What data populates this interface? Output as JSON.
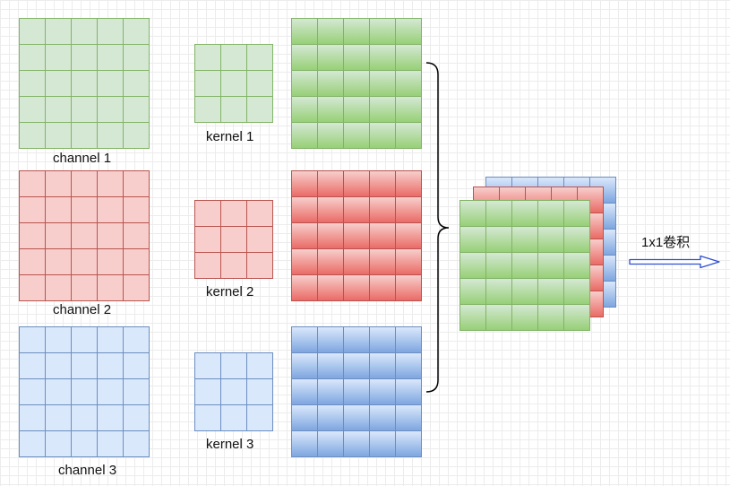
{
  "labels": {
    "channel_1": "channel 1",
    "channel_2": "channel 2",
    "channel_3": "channel 3",
    "kernel_1": "kernel 1",
    "kernel_2": "kernel 2",
    "kernel_3": "kernel 3",
    "conv_1x1": "1x1卷积"
  },
  "colors": {
    "green_fill": "#d5e8d4",
    "green_border": "#82b366",
    "red_fill": "#f8cecc",
    "red_border": "#b85450",
    "blue_fill": "#dae8fc",
    "blue_border": "#6c8ebf",
    "green_grad_top": "#d5e8d4",
    "green_grad_bottom": "#97d077",
    "red_grad_top": "#f8cecc",
    "red_grad_bottom": "#ea6b66",
    "blue_grad_top": "#dae8fc",
    "blue_grad_bottom": "#7ea6e0",
    "arrow": "#2e4fd1"
  },
  "grids": {
    "channel_cells": "5x5",
    "kernel_cells": "3x3",
    "feature_map_cells": "5x5",
    "stacked_output_cells": "5x5"
  }
}
